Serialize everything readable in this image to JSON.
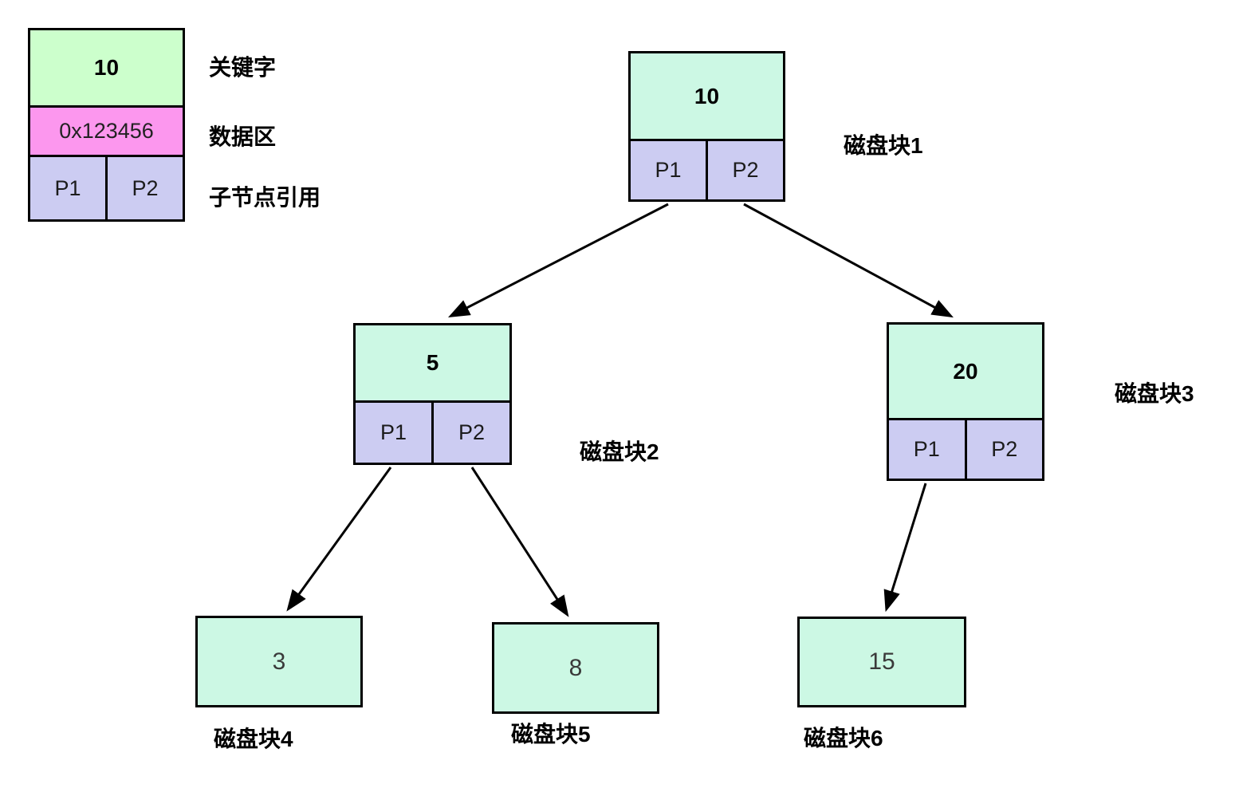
{
  "legend": {
    "key": {
      "value": "10",
      "label": "关键字"
    },
    "data": {
      "value": "0x123456",
      "label": "数据区"
    },
    "pointers": {
      "p1": "P1",
      "p2": "P2",
      "label": "子节点引用"
    }
  },
  "tree": {
    "internal_nodes": [
      {
        "key": "10",
        "p1": "P1",
        "p2": "P2",
        "label": "磁盘块1"
      },
      {
        "key": "5",
        "p1": "P1",
        "p2": "P2",
        "label": "磁盘块2"
      },
      {
        "key": "20",
        "p1": "P1",
        "p2": "P2",
        "label": "磁盘块3"
      }
    ],
    "leaf_nodes": [
      {
        "key": "3",
        "label": "磁盘块4"
      },
      {
        "key": "8",
        "label": "磁盘块5"
      },
      {
        "key": "15",
        "label": "磁盘块6"
      }
    ],
    "edges": [
      {
        "from": "磁盘块1.P1",
        "to": "磁盘块2"
      },
      {
        "from": "磁盘块1.P2",
        "to": "磁盘块3"
      },
      {
        "from": "磁盘块2.P1",
        "to": "磁盘块4"
      },
      {
        "from": "磁盘块2.P2",
        "to": "磁盘块5"
      },
      {
        "from": "磁盘块3.P1",
        "to": "磁盘块6"
      }
    ]
  },
  "colors": {
    "legend_key_bg": "#ccffcc",
    "node_key_bg": "#ccf8e4",
    "data_bg": "#fc97ee",
    "pointer_bg": "#ccccf2",
    "border": "#000000"
  }
}
